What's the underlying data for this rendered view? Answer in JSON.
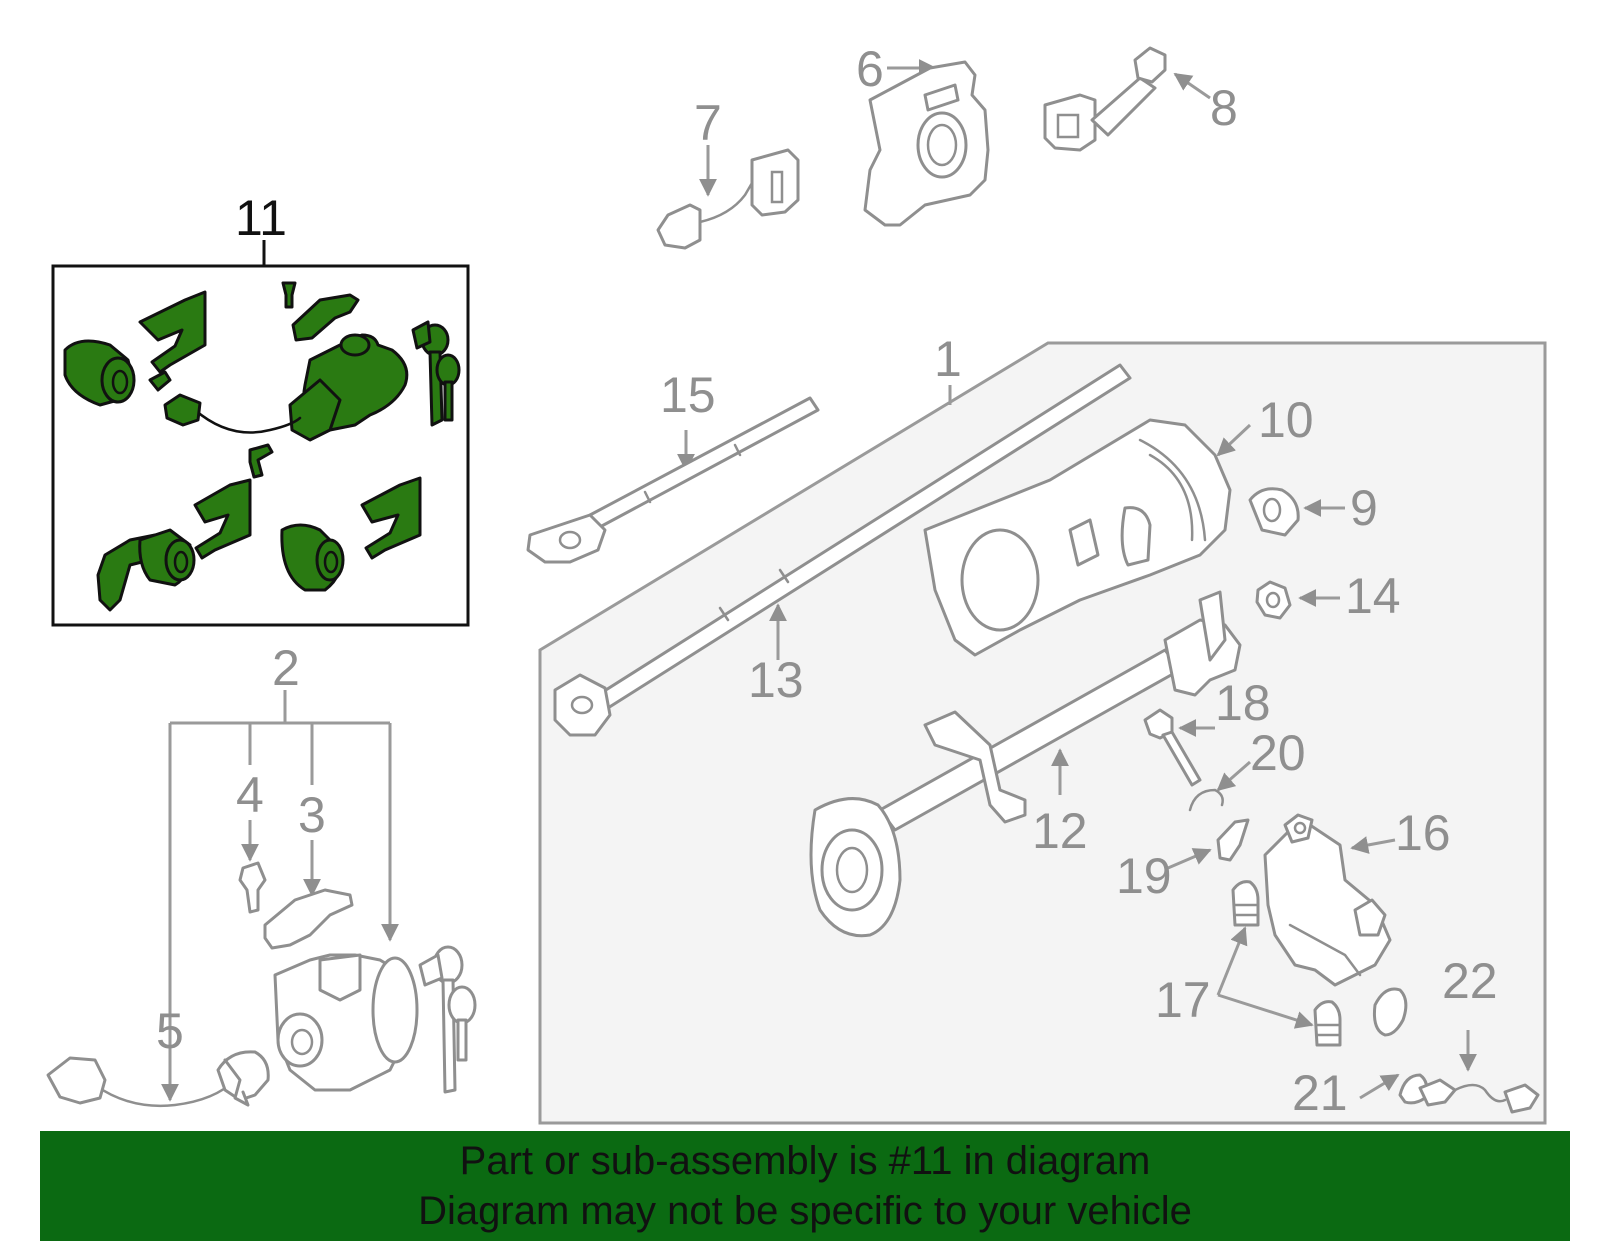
{
  "callouts": {
    "n1": "1",
    "n2": "2",
    "n3": "3",
    "n4": "4",
    "n5": "5",
    "n6": "6",
    "n7": "7",
    "n8": "8",
    "n9": "9",
    "n10": "10",
    "n11": "11",
    "n12": "12",
    "n13": "13",
    "n14": "14",
    "n15": "15",
    "n16": "16",
    "n17": "17",
    "n18": "18",
    "n19": "19",
    "n20": "20",
    "n21": "21",
    "n22": "22"
  },
  "footer": {
    "line1": "Part or sub-assembly is #11 in diagram",
    "line2": "Diagram may not be specific to your vehicle"
  },
  "colors": {
    "highlight": "#2a7a12",
    "banner": "#0b6a12",
    "line": "#8f8f8f",
    "panel": "#f4f4f4"
  }
}
